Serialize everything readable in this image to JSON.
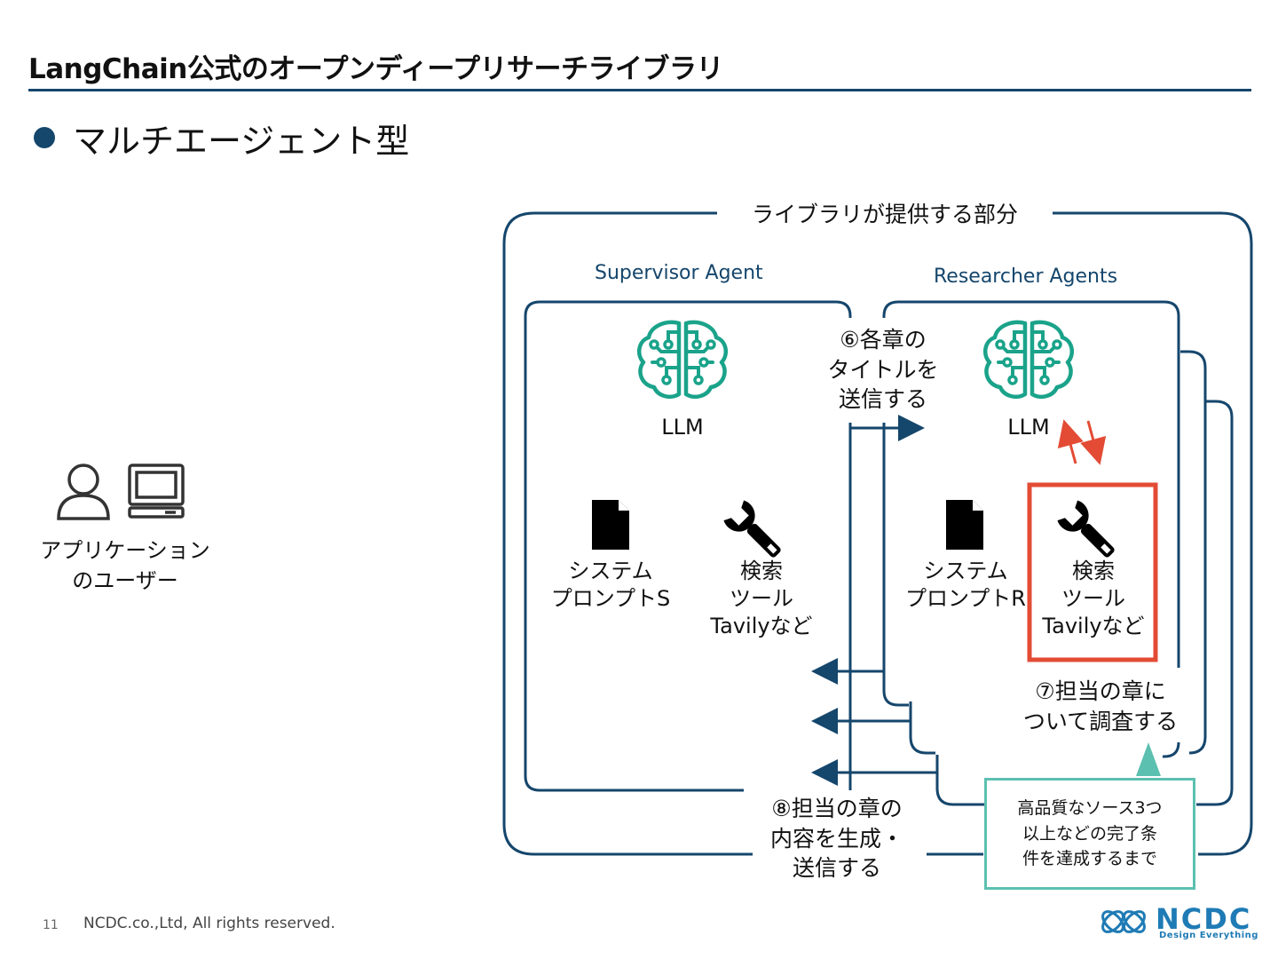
{
  "slide": {
    "title": "LangChain公式のオープンディープリサーチライブラリ",
    "bullet": "マルチエージェント型"
  },
  "user": {
    "label_line1": "アプリケーション",
    "label_line2": "のユーザー"
  },
  "diagram": {
    "library_label": "ライブラリが提供する部分",
    "supervisor": {
      "title": "Supervisor Agent",
      "llm_label": "LLM",
      "prompt_line1": "システム",
      "prompt_line2": "プロンプトS",
      "tool_line1": "検索",
      "tool_line2": "ツール",
      "tool_line3": "Tavilyなど"
    },
    "researcher": {
      "title": "Researcher Agents",
      "llm_label": "LLM",
      "prompt_line1": "システム",
      "prompt_line2": "プロンプトR",
      "tool_line1": "検索",
      "tool_line2": "ツール",
      "tool_line3": "Tavilyなど"
    },
    "steps": {
      "step6_line1": "⑥各章の",
      "step6_line2": "タイトルを",
      "step6_line3": "送信する",
      "step7_line1": "⑦担当の章に",
      "step7_line2": "ついて調査する",
      "step8_line1": "⑧担当の章の",
      "step8_line2": "内容を生成・",
      "step8_line3": "送信する"
    },
    "note": {
      "line1": "高品質なソース3つ",
      "line2": "以上などの完了条",
      "line3": "件を達成するまで"
    },
    "colors": {
      "line": "#15466c",
      "brain": "#1aa38a",
      "highlight": "#e34b35",
      "note_border": "#5cc0b0"
    },
    "icons": [
      "person-icon",
      "computer-icon",
      "brain-circuit-icon",
      "document-icon",
      "wrench-icon"
    ]
  },
  "footer": {
    "page_number": "11",
    "copyright": "NCDC.co.,Ltd, All rights reserved.",
    "logo_text": "NCDC",
    "logo_tagline": "Design Everything"
  }
}
